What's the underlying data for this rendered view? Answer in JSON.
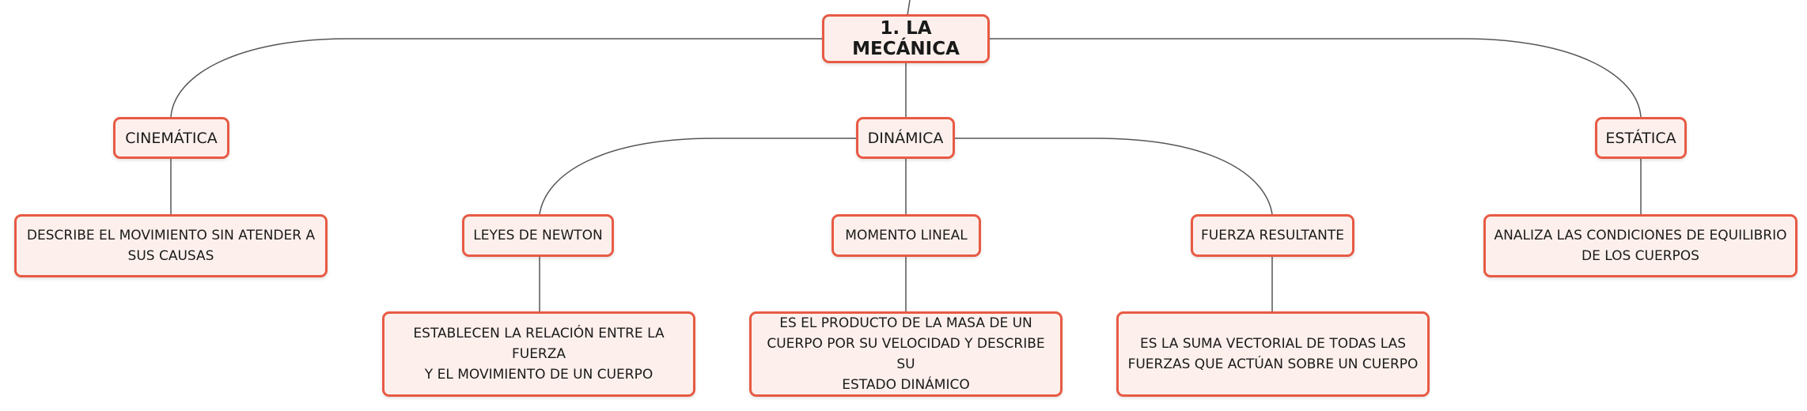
{
  "diagram": {
    "root": {
      "label": "1. LA MECÁNICA"
    },
    "branches": {
      "cinematica": {
        "label": "CINEMÁTICA",
        "description": "DESCRIBE EL MOVIMIENTO SIN ATENDER A\nSUS CAUSAS"
      },
      "dinamica": {
        "label": "DINÁMICA",
        "children": {
          "leyes_newton": {
            "label": "LEYES DE NEWTON",
            "description": "ESTABLECEN LA RELACIÓN ENTRE LA FUERZA\nY EL MOVIMIENTO DE UN CUERPO"
          },
          "momento_lineal": {
            "label": "MOMENTO LINEAL",
            "description": "ES EL PRODUCTO DE LA MASA DE UN\nCUERPO POR SU VELOCIDAD Y DESCRIBE SU\nESTADO DINÁMICO"
          },
          "fuerza_resultante": {
            "label": "FUERZA RESULTANTE",
            "description": "ES LA SUMA VECTORIAL DE TODAS LAS\nFUERZAS QUE ACTÚAN SOBRE UN CUERPO"
          }
        }
      },
      "estatica": {
        "label": "ESTÁTICA",
        "description": "ANALIZA LAS CONDICIONES DE EQUILIBRIO\nDE LOS CUERPOS"
      }
    }
  },
  "colors": {
    "node_border": "#e85a44",
    "node_fill": "#fdf0ec",
    "connector": "#555555",
    "text": "#1a1a1a"
  }
}
